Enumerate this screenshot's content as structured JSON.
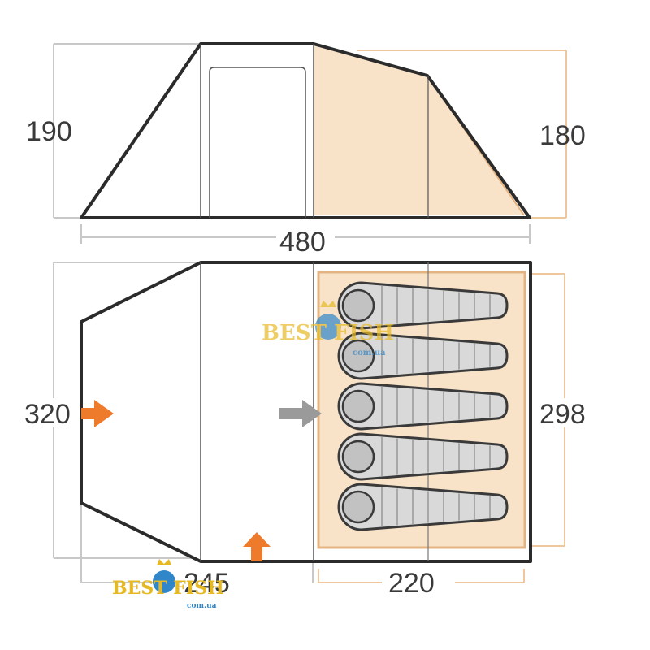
{
  "dimensions": {
    "side_height_left": "190",
    "side_height_right": "180",
    "total_length": "480",
    "plan_width_left": "320",
    "plan_width_right": "298",
    "living_length": "245",
    "bedroom_length": "220"
  },
  "sleeping_bags": {
    "count": 5
  },
  "watermark": {
    "brand": "BEST FISH",
    "domain": "com.ua"
  },
  "colors": {
    "outline": "#2b2b2b",
    "bedroom_fill": "#f8e3c9",
    "bedroom_border": "#e3b481",
    "dim_line_gray": "#c8c8c8",
    "dim_line_orange": "#efc79d",
    "arrow_orange": "#ee7a2c",
    "arrow_gray": "#9a9a9a",
    "bag_fill": "#d9d9d9",
    "watermark_gold": "#e6b923",
    "watermark_blue": "#2f86c8"
  }
}
